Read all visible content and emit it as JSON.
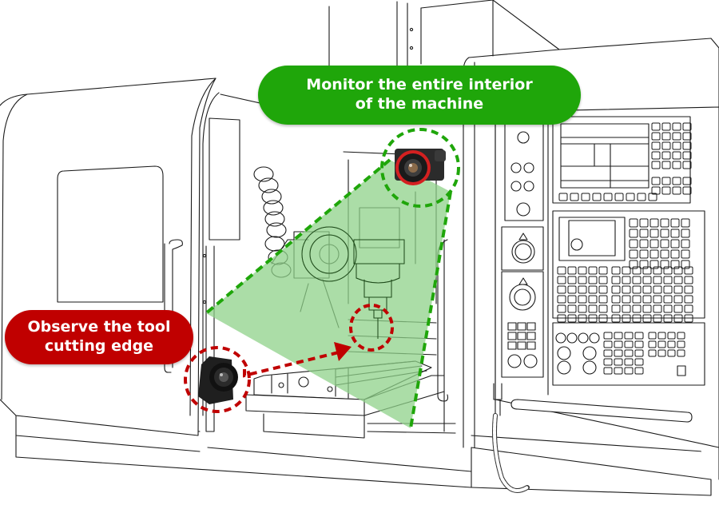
{
  "callouts": {
    "monitor": {
      "line1": "Monitor the entire interior",
      "line2": "of the machine",
      "color": "#1fa60a"
    },
    "observe": {
      "line1": "Observe the tool",
      "line2": "cutting edge",
      "color": "#c00000"
    }
  },
  "overlays": {
    "view_cone_fill": "#8fd18a",
    "view_cone_border": "#1fa60a",
    "tool_target_circle": "#c00000",
    "camera_highlight_green": "#1fa60a",
    "camera_highlight_red": "#c00000"
  },
  "illustration": {
    "subject": "CNC machining center (line drawing)",
    "cameras": [
      {
        "name": "overhead-camera",
        "ring_color": "#d42020"
      },
      {
        "name": "side-camera"
      }
    ]
  }
}
